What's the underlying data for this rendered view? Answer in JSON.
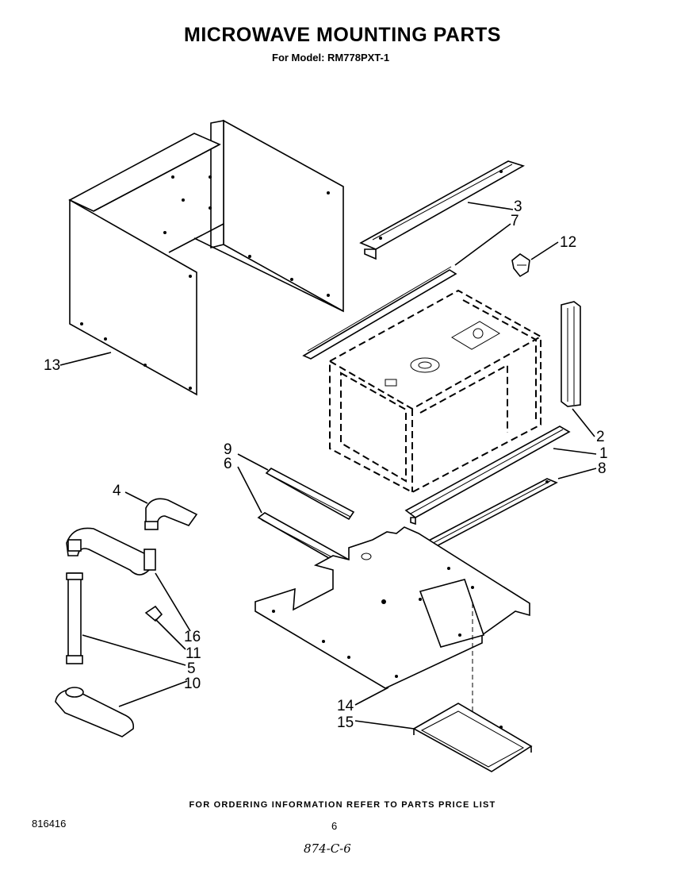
{
  "header": {
    "title": "MICROWAVE MOUNTING PARTS",
    "subtitle": "For Model: RM778PXT-1"
  },
  "callouts": [
    "1",
    "2",
    "3",
    "4",
    "5",
    "6",
    "7",
    "8",
    "9",
    "10",
    "11",
    "12",
    "13",
    "14",
    "15",
    "16"
  ],
  "footer": {
    "ordering_note": "FOR ORDERING INFORMATION REFER TO PARTS PRICE LIST",
    "doc_number": "816416",
    "page_number": "6",
    "handwritten_note": "874-C-6"
  }
}
